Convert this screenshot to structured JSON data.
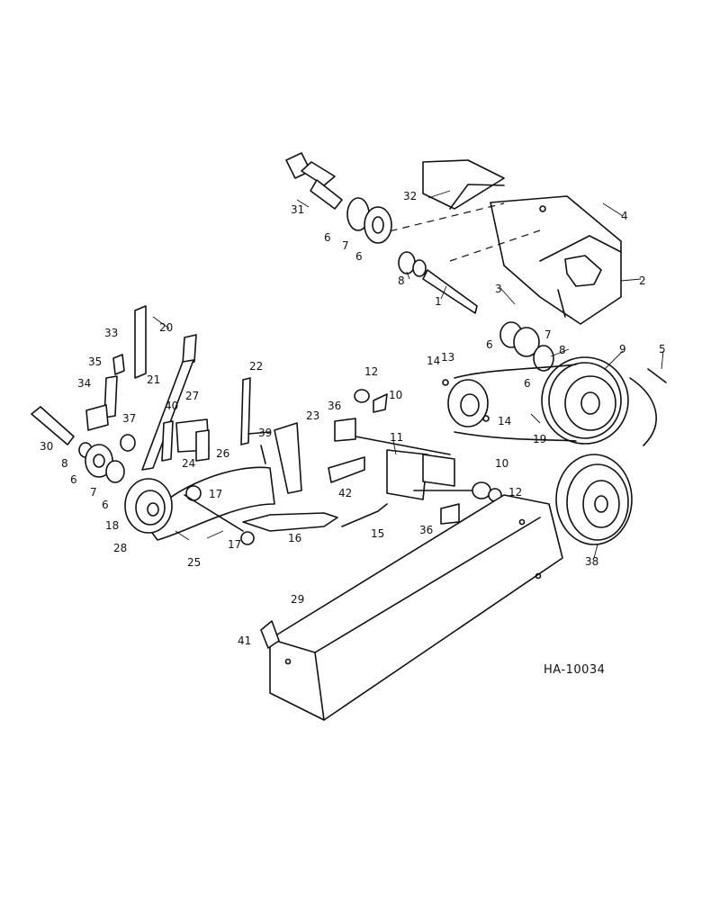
{
  "drawing_ref": "HA-10034",
  "callouts": [
    {
      "id": "c1",
      "text": "1"
    },
    {
      "id": "c2",
      "text": "2"
    },
    {
      "id": "c3",
      "text": "3"
    },
    {
      "id": "c4",
      "text": "4"
    },
    {
      "id": "c5",
      "text": "5"
    },
    {
      "id": "c6a",
      "text": "6"
    },
    {
      "id": "c6b",
      "text": "6"
    },
    {
      "id": "c6c",
      "text": "6"
    },
    {
      "id": "c6d",
      "text": "6"
    },
    {
      "id": "c6e",
      "text": "6"
    },
    {
      "id": "c6f",
      "text": "6"
    },
    {
      "id": "c7a",
      "text": "7"
    },
    {
      "id": "c7b",
      "text": "7"
    },
    {
      "id": "c7c",
      "text": "7"
    },
    {
      "id": "c8a",
      "text": "8"
    },
    {
      "id": "c8b",
      "text": "8"
    },
    {
      "id": "c8c",
      "text": "8"
    },
    {
      "id": "c9",
      "text": "9"
    },
    {
      "id": "c10a",
      "text": "10"
    },
    {
      "id": "c10b",
      "text": "10"
    },
    {
      "id": "c11",
      "text": "11"
    },
    {
      "id": "c12a",
      "text": "12"
    },
    {
      "id": "c12b",
      "text": "12"
    },
    {
      "id": "c13",
      "text": "13"
    },
    {
      "id": "c14a",
      "text": "14"
    },
    {
      "id": "c14b",
      "text": "14"
    },
    {
      "id": "c15",
      "text": "15"
    },
    {
      "id": "c16",
      "text": "16"
    },
    {
      "id": "c17a",
      "text": "17"
    },
    {
      "id": "c17b",
      "text": "17"
    },
    {
      "id": "c18",
      "text": "18"
    },
    {
      "id": "c19",
      "text": "19"
    },
    {
      "id": "c20",
      "text": "20"
    },
    {
      "id": "c21",
      "text": "21"
    },
    {
      "id": "c22",
      "text": "22"
    },
    {
      "id": "c23",
      "text": "23"
    },
    {
      "id": "c24",
      "text": "24"
    },
    {
      "id": "c25",
      "text": "25"
    },
    {
      "id": "c26",
      "text": "26"
    },
    {
      "id": "c27",
      "text": "27"
    },
    {
      "id": "c28",
      "text": "28"
    },
    {
      "id": "c29",
      "text": "29"
    },
    {
      "id": "c30",
      "text": "30"
    },
    {
      "id": "c31",
      "text": "31"
    },
    {
      "id": "c32",
      "text": "32"
    },
    {
      "id": "c33",
      "text": "33"
    },
    {
      "id": "c34",
      "text": "34"
    },
    {
      "id": "c35",
      "text": "35"
    },
    {
      "id": "c36a",
      "text": "36"
    },
    {
      "id": "c36b",
      "text": "36"
    },
    {
      "id": "c37",
      "text": "37"
    },
    {
      "id": "c38",
      "text": "38"
    },
    {
      "id": "c39",
      "text": "39"
    },
    {
      "id": "c40",
      "text": "40"
    },
    {
      "id": "c41",
      "text": "41"
    },
    {
      "id": "c42",
      "text": "42"
    }
  ]
}
